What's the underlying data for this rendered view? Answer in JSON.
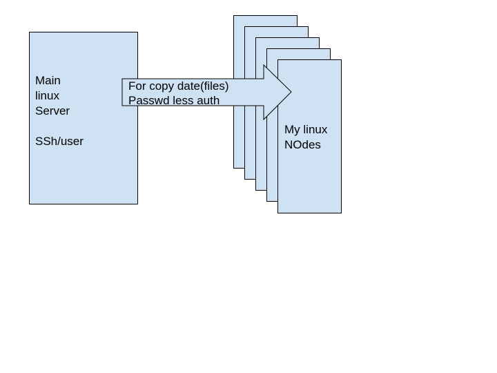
{
  "colors": {
    "shape_fill": "#cfe2f3",
    "shape_stroke": "#000000",
    "text": "#000000",
    "background": "#ffffff"
  },
  "server": {
    "line1": "Main",
    "line2": "linux",
    "line3": "Server",
    "line4": "SSh/user"
  },
  "arrow": {
    "line1": "For copy date(files)",
    "line2": "Passwd less auth"
  },
  "nodes": {
    "line1": "My linux",
    "line2": "NOdes"
  }
}
